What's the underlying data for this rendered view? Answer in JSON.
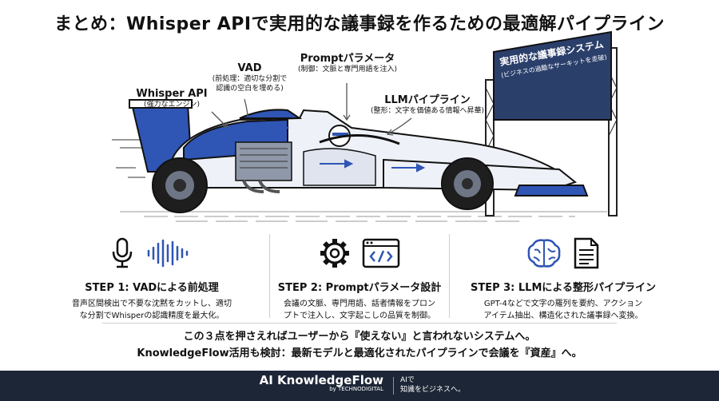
{
  "title": "まとめ：Whisper APIで実用的な議事録を作るための最適解パイプライン",
  "labels": {
    "whisper": {
      "title": "Whisper API",
      "sub": "(強力なエンジン)"
    },
    "vad": {
      "title": "VAD",
      "sub1": "(前処理：適切な分割で",
      "sub2": "認識の空白を埋める)"
    },
    "prompt": {
      "title": "Promptパラメータ",
      "sub": "(制御：文脈と専門用語を注入)"
    },
    "llm": {
      "title": "LLMパイプライン",
      "sub": "(整形：文字を価値ある情報へ昇華)"
    }
  },
  "banner": {
    "line1": "実用的な議事録システム",
    "line2": "(ビジネスの過酷なサーキットを走破)"
  },
  "steps": [
    {
      "title": "STEP 1: VADによる前処理",
      "desc1": "音声区間検出で不要な沈黙をカットし、適切",
      "desc2": "な分割でWhisperの認識精度を最大化。",
      "icons": [
        "microphone-icon",
        "sound-wave-icon"
      ]
    },
    {
      "title": "STEP 2: Promptパラメータ設計",
      "desc1": "会議の文脈、専門用語、話者情報をプロン",
      "desc2": "プトで注入し、文字起こしの品質を制御。",
      "icons": [
        "gear-icon",
        "code-window-icon"
      ]
    },
    {
      "title": "STEP 3: LLMによる整形パイプライン",
      "desc1": "GPT-4などで文字の羅列を要約、アクション",
      "desc2": "アイテム抽出、構造化された議事録へ変換。",
      "icons": [
        "brain-icon",
        "document-icon"
      ]
    }
  ],
  "summary": {
    "line1": "この３点を押さえればユーザーから『使えない』と言われないシステムへ。",
    "line2": "KnowledgeFlow活用も検討：最新モデルと最適化されたパイプラインで会議を『資産』へ。"
  },
  "footer": {
    "brand": "AI KnowledgeFlow",
    "by": "by TECHNODIGITAL",
    "tag1": "AIで",
    "tag2": "知識をビジネスへ。"
  },
  "colors": {
    "accent": "#2f55b5",
    "navy": "#1c2636",
    "banner": "#2b3f6b"
  }
}
